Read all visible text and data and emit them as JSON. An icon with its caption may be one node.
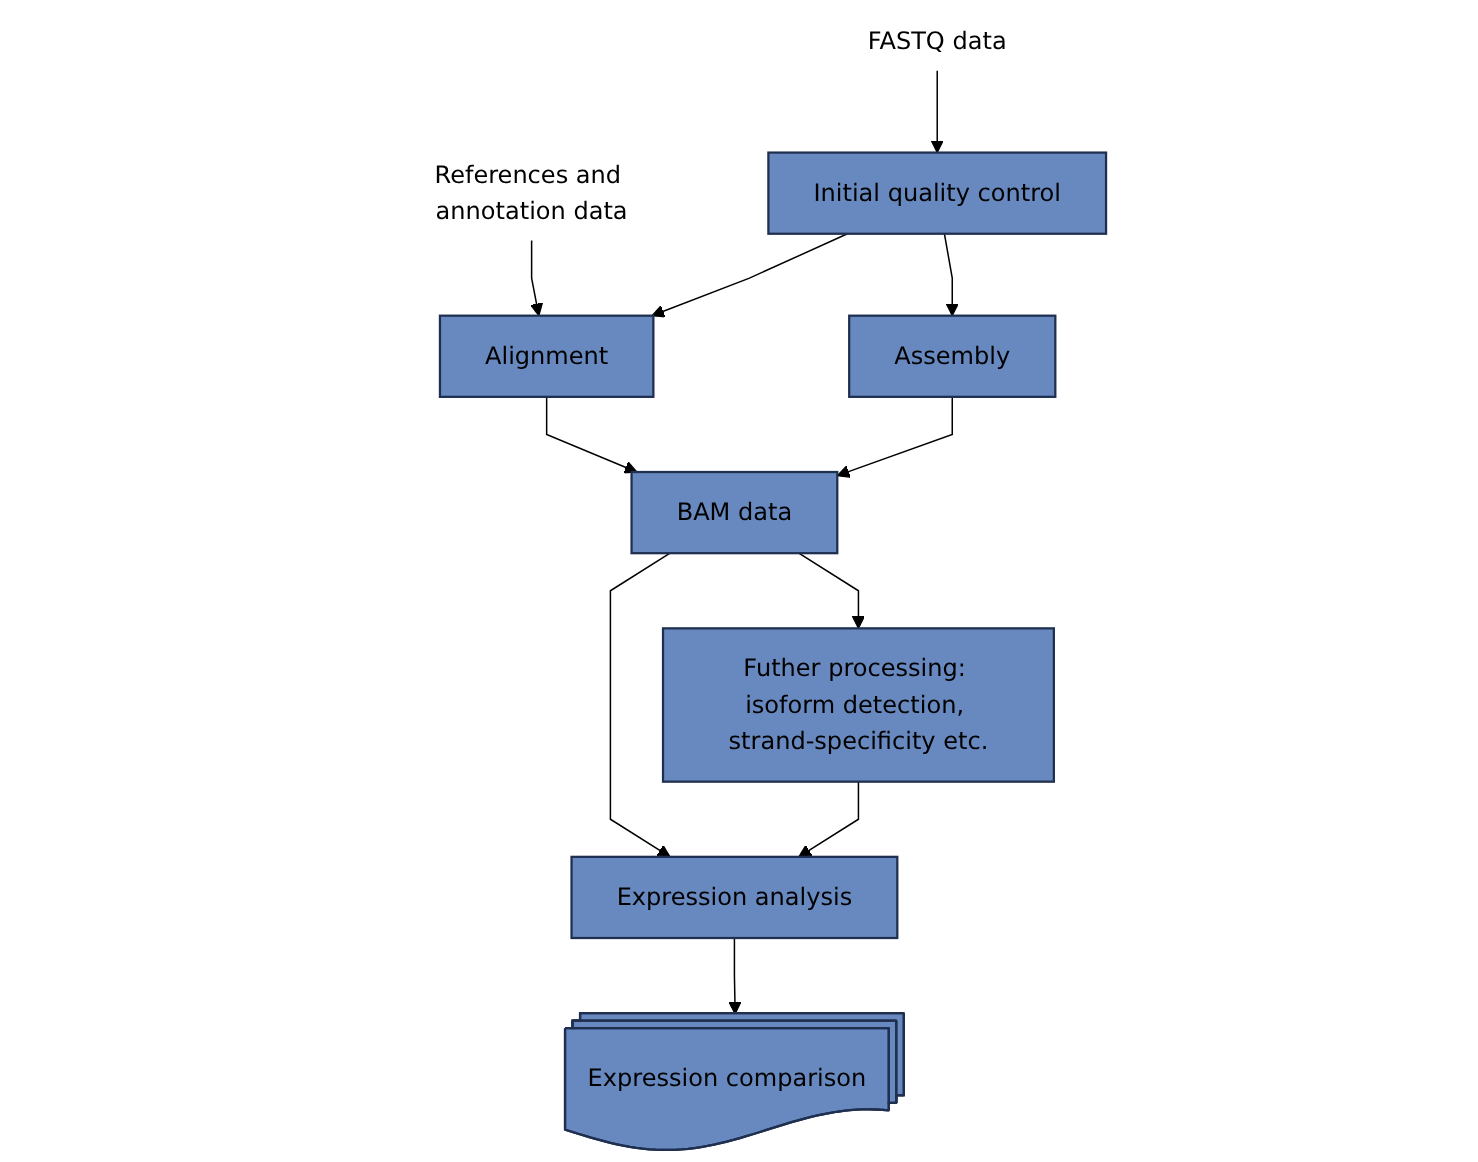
{
  "diagram": {
    "nodes": [
      {
        "text": [
          "FASTQ data"
        ]
      },
      {
        "text": [
          "Initial quality control"
        ]
      },
      {
        "text": [
          "References and annotation data"
        ]
      },
      {
        "text": [
          "Alignment"
        ]
      },
      {
        "text": [
          "Assembly"
        ]
      },
      {
        "text": [
          "BAM data"
        ]
      },
      {
        "text": [
          "Expression comparison"
        ]
      },
      {
        "text": [
          "Expression analysis"
        ]
      },
      {
        "text": [
          "Futher processing: isoform detection, strand-specificity etc."
        ]
      }
    ],
    "edges": [
      {
        "from": 0,
        "to": 1,
        "arrow": "to"
      },
      {
        "from": 2,
        "to": 3,
        "arrow": "to"
      },
      {
        "from": 1,
        "to": 3,
        "arrow": "to"
      },
      {
        "from": 1,
        "to": 4,
        "arrow": "to"
      },
      {
        "from": 3,
        "to": 5,
        "arrow": "to"
      },
      {
        "from": 4,
        "to": 5,
        "arrow": "to"
      },
      {
        "from": 5,
        "to": 7,
        "arrow": "to"
      },
      {
        "from": 5,
        "to": 8,
        "arrow": "to"
      },
      {
        "from": 8,
        "to": 7,
        "arrow": "to"
      },
      {
        "from": 7,
        "to": 6,
        "arrow": "to"
      }
    ]
  }
}
